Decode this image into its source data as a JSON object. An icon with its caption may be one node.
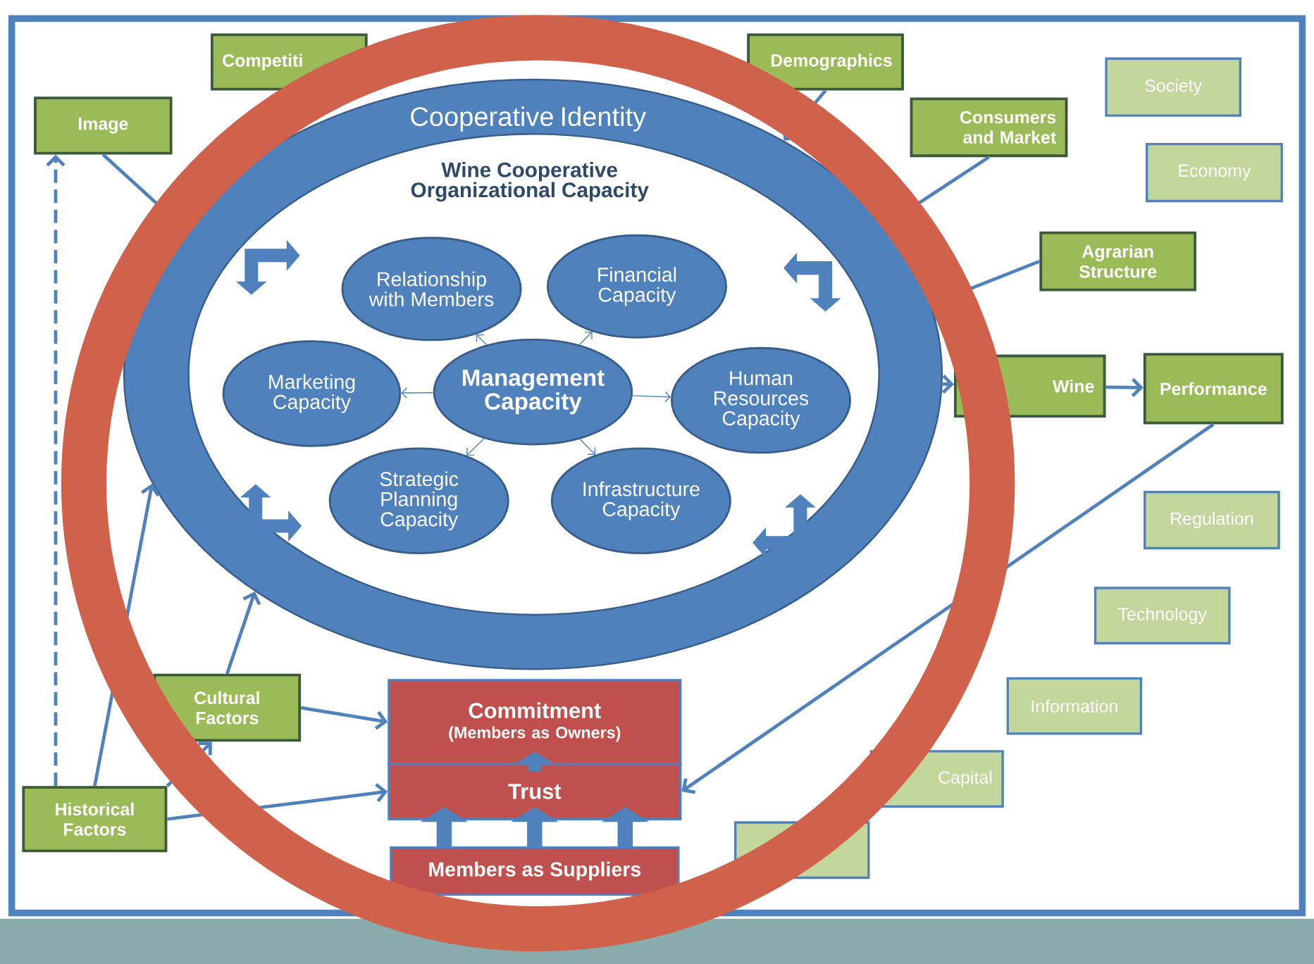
{
  "diagram": {
    "nodes": [
      {
        "text": [
          "Cooperative Identity",
          "Wine Cooperative Organizational Capacity"
        ]
      },
      {
        "text": [
          "Relationship with Members"
        ],
        "in": 0
      },
      {
        "text": [
          "Financial Capacity"
        ],
        "in": 0
      },
      {
        "text": [
          "Marketing Capacity"
        ],
        "in": 0
      },
      {
        "text": [
          "Management Capacity"
        ],
        "in": 0
      },
      {
        "text": [
          "Human Resources Capacity"
        ],
        "in": 0
      },
      {
        "text": [
          "Strategic Planning Capacity"
        ],
        "in": 0
      },
      {
        "text": [
          "Infrastructure Capacity"
        ],
        "in": 0
      },
      {
        "text": [
          "Competiti"
        ]
      },
      {
        "text": [
          "Demographics"
        ]
      },
      {
        "text": [
          "Image"
        ]
      },
      {
        "text": [
          "Society"
        ]
      },
      {
        "text": [
          "Consumers and Market"
        ]
      },
      {
        "text": [
          "Economy"
        ]
      },
      {
        "text": [
          "Agrarian Structure"
        ]
      },
      {
        "text": [
          "Wine"
        ]
      },
      {
        "text": [
          "Performance"
        ]
      },
      {
        "text": [
          "Regulation"
        ]
      },
      {
        "text": [
          "Technology"
        ]
      },
      {
        "text": [
          "Cultural Factors"
        ]
      },
      {
        "text": [
          "Commitment",
          "(Members as Owners)"
        ]
      },
      {
        "text": [
          "Information"
        ]
      },
      {
        "text": [
          "Trust"
        ]
      },
      {
        "text": [
          "Capital"
        ]
      },
      {
        "text": [
          "Historical Factors"
        ]
      },
      {
        "text": [],
        "shape": "box"
      },
      {
        "text": [
          "Members as Suppliers"
        ]
      }
    ],
    "edges": [
      {
        "from": 4,
        "to": 1,
        "arrow": "to"
      },
      {
        "from": 4,
        "to": 2,
        "arrow": "to"
      },
      {
        "from": 4,
        "to": 3,
        "arrow": "to"
      },
      {
        "from": 4,
        "to": 5,
        "arrow": "to"
      },
      {
        "from": 4,
        "to": 6,
        "arrow": "to"
      },
      {
        "from": 4,
        "to": 7,
        "arrow": "to"
      },
      {
        "from": 10,
        "to": 0,
        "arrow": "none"
      },
      {
        "from": 9,
        "to": 0,
        "arrow": "to"
      },
      {
        "from": 12,
        "to": 0,
        "arrow": "none"
      },
      {
        "from": 14,
        "to": 0,
        "arrow": "none"
      },
      {
        "from": 0,
        "to": 15,
        "arrow": "to"
      },
      {
        "from": 15,
        "to": 16,
        "arrow": "to"
      },
      {
        "from": 16,
        "to": 22,
        "arrow": "to"
      },
      {
        "from": 24,
        "to": 10,
        "arrow": "to",
        "style": "dashed"
      },
      {
        "from": 24,
        "to": 0,
        "arrow": "to"
      },
      {
        "from": 19,
        "to": 0,
        "arrow": "to"
      },
      {
        "from": 19,
        "to": 20,
        "arrow": "to"
      },
      {
        "from": 24,
        "to": 22,
        "arrow": "to"
      },
      {
        "from": 24,
        "to": 19,
        "arrow": "to"
      },
      {
        "from": 22,
        "to": 20,
        "arrow": "to",
        "style": "thick"
      },
      {
        "from": 26,
        "to": 22,
        "arrow": "to",
        "style": "thick"
      },
      {
        "from": 26,
        "to": 22,
        "arrow": "to",
        "style": "thick"
      },
      {
        "from": 26,
        "to": 22,
        "arrow": "to",
        "style": "thick"
      }
    ]
  }
}
